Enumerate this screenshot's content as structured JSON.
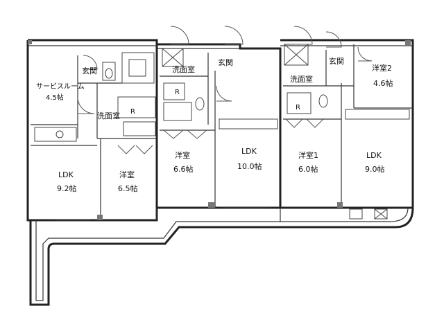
{
  "rooms": {
    "service_room": {
      "name": "サービスルーム",
      "size": "4.5帖"
    },
    "genkan_a": "玄関",
    "senmen_a": "洗面室",
    "ldk_a": {
      "name": "LDK",
      "size": "9.2帖"
    },
    "yoshitsu_a": {
      "name": "洋室",
      "size": "6.5帖"
    },
    "senmen_b": "洗面室",
    "genkan_b": "玄関",
    "yoshitsu_b": {
      "name": "洋室",
      "size": "6.6帖"
    },
    "ldk_b": {
      "name": "LDK",
      "size": "10.0帖"
    },
    "senmen_c": "洗面室",
    "genkan_c": "玄関",
    "yoshitsu1_c": {
      "name": "洋室1",
      "size": "6.0帖"
    },
    "yoshitsu2_c": {
      "name": "洋室2",
      "size": "4.6帖"
    },
    "ldk_c": {
      "name": "LDK",
      "size": "9.0帖"
    }
  },
  "symbols": {
    "fridge_a": "R",
    "fridge_b": "R",
    "fridge_c": "R"
  }
}
